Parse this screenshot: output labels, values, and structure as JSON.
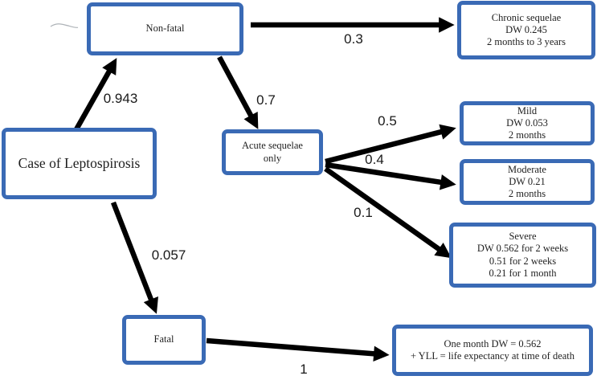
{
  "diagram": {
    "type": "outcome-tree",
    "colors": {
      "node_border": "#3a6ab5",
      "node_fill": "#ffffff",
      "arrow": "#000000",
      "text": "#1f1f1f"
    }
  },
  "nodes": {
    "case": {
      "lines": [
        "Case of Leptospirosis"
      ]
    },
    "non_fatal": {
      "lines": [
        "Non-fatal"
      ]
    },
    "acute": {
      "lines": [
        "Acute sequelae",
        "only"
      ]
    },
    "chronic": {
      "lines": [
        "Chronic sequelae",
        "DW 0.245",
        "2 months to 3 years"
      ]
    },
    "mild": {
      "lines": [
        "Mild",
        "DW 0.053",
        "2 months"
      ]
    },
    "moderate": {
      "lines": [
        "Moderate",
        "DW 0.21",
        "2 months"
      ]
    },
    "severe": {
      "lines": [
        "Severe",
        "DW 0.562 for 2 weeks",
        "0.51 for 2 weeks",
        "0.21 for 1 month"
      ]
    },
    "fatal": {
      "lines": [
        "Fatal"
      ]
    },
    "death": {
      "lines": [
        "One month DW = 0.562",
        "+ YLL = life expectancy at time of death"
      ]
    }
  },
  "edges": {
    "case_to_non_fatal": {
      "from": "Case of Leptospirosis",
      "to": "Non-fatal",
      "label": "0.943"
    },
    "non_fatal_to_chronic": {
      "from": "Non-fatal",
      "to": "Chronic sequelae",
      "label": "0.3"
    },
    "non_fatal_to_acute": {
      "from": "Non-fatal",
      "to": "Acute sequelae only",
      "label": "0.7"
    },
    "acute_to_mild": {
      "from": "Acute sequelae only",
      "to": "Mild",
      "label": "0.5"
    },
    "acute_to_moderate": {
      "from": "Acute sequelae only",
      "to": "Moderate",
      "label": "0.4"
    },
    "acute_to_severe": {
      "from": "Acute sequelae only",
      "to": "Severe",
      "label": "0.1"
    },
    "case_to_fatal": {
      "from": "Case of Leptospirosis",
      "to": "Fatal",
      "label": "0.057"
    },
    "fatal_to_death": {
      "from": "Fatal",
      "to": "Death outcome",
      "label": "1"
    }
  }
}
